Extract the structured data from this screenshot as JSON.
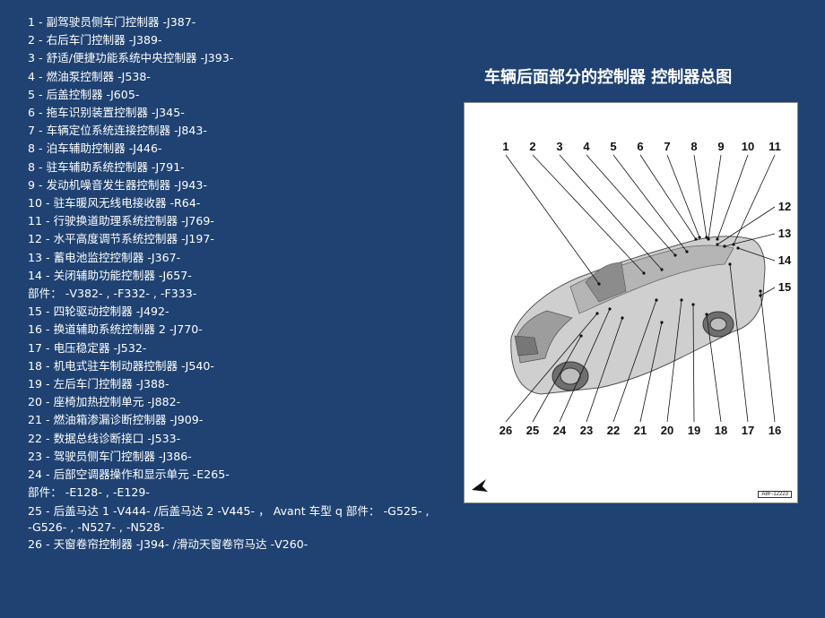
{
  "legend": [
    "1 -  副驾驶员侧车门控制器 -J387-",
    "2 -  右后车门控制器 -J389-",
    "3 -  舒适/便捷功能系统中央控制器 -J393-",
    "4 -  燃油泵控制器 -J538-",
    " 5 -  后盖控制器 -J605-",
    "6 -  拖车识别装置控制器 -J345-",
    "7 -  车辆定位系统连接控制器 -J843-",
    "8 -  泊车辅助控制器 -J446-",
    "8 -  驻车辅助系统控制器 -J791-",
    "9 -  发动机噪音发生器控制器 -J943-",
    "10 -  驻车暖风无线电接收器 -R64-",
    "11 -  行驶换道助理系统控制器 -J769-",
    "12 -  水平高度调节系统控制器 -J197-",
    "13 -  蓄电池监控控制器 -J367-",
    "14 -  关闭辅助功能控制器 -J657-",
    "部件： -V382- , -F332- , -F333-",
    "15 -  四轮驱动控制器 -J492-",
    "16 -  换道辅助系统控制器 2 -J770-",
    "17 -  电压稳定器 -J532-",
    "18 -  机电式驻车制动器控制器 -J540-",
    "19 -  左后车门控制器 -J388-",
    "20 -  座椅加热控制单元 -J882-",
    "21 -  燃油箱渗漏诊断控制器 -J909-",
    "22 -  数据总线诊断接口 -J533-",
    "23 -  驾驶员侧车门控制器 -J386-",
    "24 -  后部空调器操作和显示单元 -E265-",
    "部件：  -E128- , -E129-",
    "25 -  后盖马达 1 -V444- /后盖马达 2 -V445- ，  Avant 车型 q   部件：  -G525- , -G526- , -N527- , -N528-",
    "26 -  天窗卷帘控制器 -J394- /滑动天窗卷帘马达 -V260-"
  ],
  "title": "车辆后面部分的控制器 控制器总图",
  "figure": {
    "top_numbers": [
      "1",
      "2",
      "3",
      "4",
      "5",
      "6",
      "7",
      "8",
      "9",
      "10",
      "11"
    ],
    "right_numbers": [
      "12",
      "13",
      "14",
      "15"
    ],
    "bottom_numbers": [
      "26",
      "25",
      "24",
      "23",
      "22",
      "21",
      "20",
      "19",
      "18",
      "17",
      "16"
    ],
    "code": "A8F-12223"
  }
}
